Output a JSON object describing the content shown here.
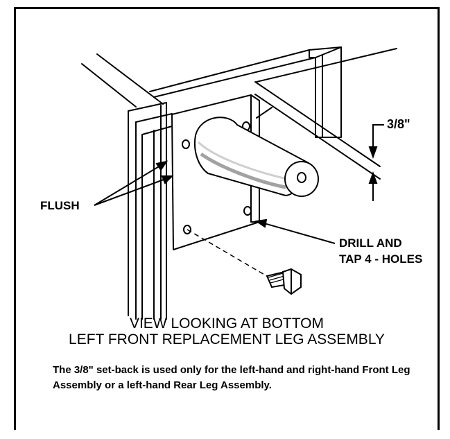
{
  "labels": {
    "dimension": "3/8\"",
    "flush": "FLUSH",
    "drill_line1": "DRILL AND",
    "drill_line2": "TAP 4 - HOLES"
  },
  "caption": {
    "line1": "VIEW LOOKING AT BOTTOM",
    "line2": "LEFT FRONT REPLACEMENT LEG ASSEMBLY"
  },
  "note": "The 3/8\" set-back is used only for the left-hand and right-hand Front Leg Assembly or a left-hand Rear Leg Assembly."
}
